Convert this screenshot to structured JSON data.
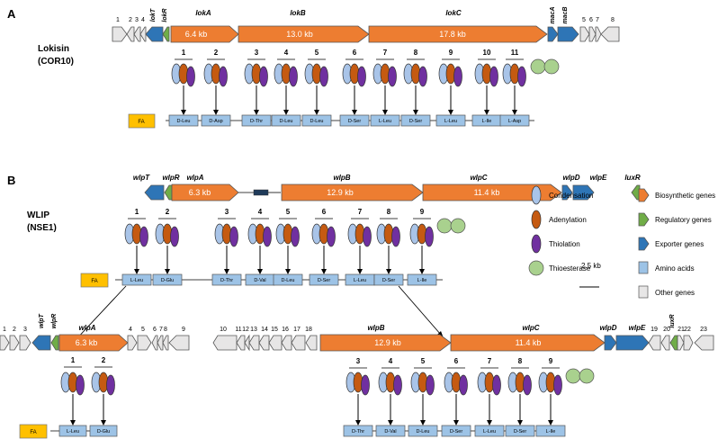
{
  "panels": {
    "A": {
      "letter": "A",
      "strain": "Lokisin",
      "isolate": "(COR10)",
      "genes": {
        "other_numbers": [
          "1",
          "2",
          "3",
          "4",
          "5",
          "6",
          "7",
          "8"
        ],
        "lokT": "lokT",
        "lokR": "lokR",
        "lokA": "lokA",
        "lokA_size": "6.4 kb",
        "lokB": "lokB",
        "lokB_size": "13.0 kb",
        "lokC": "lokC",
        "lokC_size": "17.8 kb",
        "macA": "macA",
        "macB": "macB"
      },
      "modules": [
        "1",
        "2",
        "3",
        "4",
        "5",
        "6",
        "7",
        "8",
        "9",
        "10",
        "11"
      ],
      "fa": "FA",
      "amino_acids": [
        "D-Leu",
        "D-Asp",
        "D-Thr",
        "D-Leu",
        "D-Leu",
        "D-Ser",
        "L-Leu",
        "D-Ser",
        "L-Leu",
        "L-Ile",
        "L-Asp"
      ]
    },
    "B": {
      "letter": "B",
      "strain": "WLIP",
      "isolate": "(NSE1)",
      "genes": {
        "wlpT": "wlpT",
        "wlpR": "wlpR",
        "wlpA": "wlpA",
        "wlpA_size": "6.3 kb",
        "wlpB": "wlpB",
        "wlpB_size": "12.9 kb",
        "wlpC": "wlpC",
        "wlpC_size": "11.4 kb",
        "wlpD": "wlpD",
        "wlpE": "wlpE",
        "luxR": "luxR"
      },
      "modules": [
        "1",
        "2",
        "3",
        "4",
        "5",
        "6",
        "7",
        "8",
        "9"
      ],
      "fa": "FA",
      "amino_acids": [
        "L-Leu",
        "D-Glu",
        "D-Thr",
        "D-Val",
        "D-Leu",
        "D-Ser",
        "L-Leu",
        "D-Ser",
        "L-Ile"
      ]
    },
    "B_left": {
      "other_numbers": [
        "1",
        "2",
        "3",
        "4",
        "5",
        "6",
        "7",
        "8",
        "9"
      ],
      "wlpT": "wlpT",
      "wlpR": "wlpR",
      "wlpA": "wlpA",
      "wlpA_size": "6.3 kb",
      "modules": [
        "1",
        "2"
      ],
      "fa": "FA",
      "amino_acids": [
        "L-Leu",
        "D-Glu"
      ]
    },
    "B_right": {
      "other_numbers": [
        "10",
        "11",
        "12",
        "13",
        "14",
        "15",
        "16",
        "17",
        "18",
        "19",
        "20",
        "21",
        "22",
        "23"
      ],
      "wlpB": "wlpB",
      "wlpB_size": "12.9 kb",
      "wlpC": "wlpC",
      "wlpC_size": "11.4 kb",
      "wlpD": "wlpD",
      "wlpE": "wlpE",
      "luxR": "luxR",
      "modules": [
        "3",
        "4",
        "5",
        "6",
        "7",
        "8",
        "9"
      ],
      "amino_acids": [
        "D-Thr",
        "D-Val",
        "D-Leu",
        "D-Ser",
        "L-Leu",
        "D-Ser",
        "L-Ile"
      ]
    }
  },
  "legend": {
    "condensation": "Condensation",
    "adenylation": "Adenylation",
    "thiolation": "Thiolation",
    "thioesterase": "Thioesterase",
    "biosynthetic": "Biosynthetic genes",
    "regulatory": "Regulatory genes",
    "exporter": "Exporter genes",
    "amino_acids": "Amino acids",
    "other": "Other genes",
    "scale": "2.5 kb"
  },
  "colors": {
    "condensation": "#a9c4e8",
    "adenylation": "#c55a11",
    "thiolation": "#7030a0",
    "thioesterase": "#a9d18e",
    "biosynthetic": "#ed7d31",
    "regulatory": "#70ad47",
    "exporter": "#2e75b6",
    "amino_acid_box": "#9dc3e6",
    "fa_box": "#ffc000",
    "other_gene": "#e7e6e6"
  }
}
